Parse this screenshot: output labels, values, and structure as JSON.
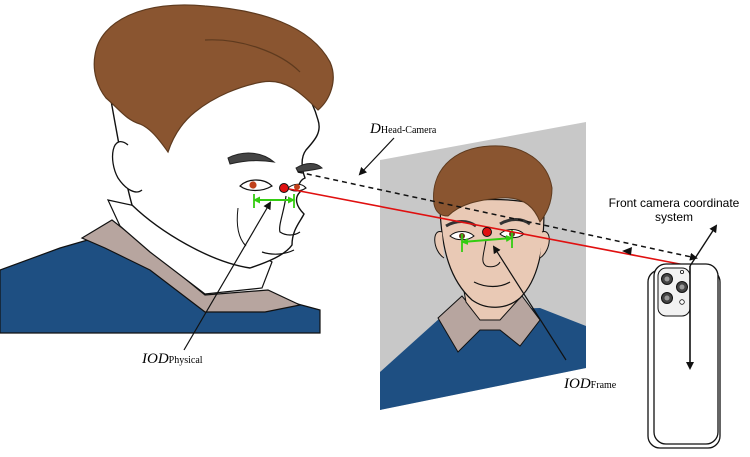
{
  "labels": {
    "distance": {
      "symbol": "D",
      "subscript": "Head-Camera"
    },
    "iod_physical": {
      "symbol": "IOD",
      "subscript": "Physical"
    },
    "iod_frame": {
      "symbol": "IOD",
      "subscript": "Frame"
    },
    "camera_system": {
      "line1": "Front camera coordinate",
      "line2": "system"
    }
  },
  "colors": {
    "hair": "#8a5530",
    "hair_dark": "#5e3a1e",
    "skin": "#e9c9b5",
    "shirt": "#1e4f82",
    "collar": "#b7a59f",
    "screen": "#c8c8c8",
    "ray": "#e01010",
    "iod_arrow": "#33cc11",
    "eye_iris": "#c0401a",
    "line": "#111111"
  },
  "icons": [
    "red-dot-icon",
    "arrowhead-icon",
    "camera-lens-icon"
  ]
}
